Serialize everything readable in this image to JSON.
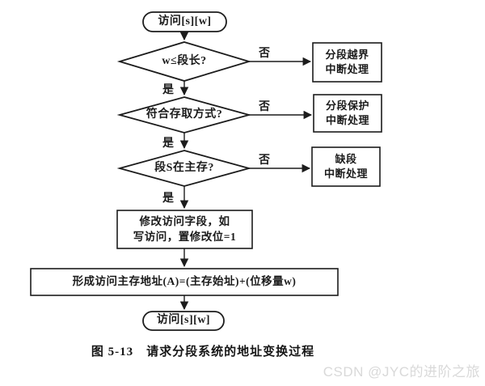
{
  "flowchart": {
    "start": {
      "label": "访问[s][w]"
    },
    "decisions": [
      {
        "label": "w≤段长?",
        "yes_label": "是",
        "no_label": "否",
        "no_target": {
          "line1": "分段越界",
          "line2": "中断处理"
        }
      },
      {
        "label": "符合存取方式?",
        "yes_label": "是",
        "no_label": "否",
        "no_target": {
          "line1": "分段保护",
          "line2": "中断处理"
        }
      },
      {
        "label": "段S在主存?",
        "yes_label": "是",
        "no_label": "否",
        "no_target": {
          "line1": "缺段",
          "line2": "中断处理"
        }
      }
    ],
    "process_modify": {
      "line1": "修改访问字段，如",
      "line2": "写访问，置修改位=1"
    },
    "process_address": {
      "label": "形成访问主存地址(A)=(主存始址)+(位移量w)"
    },
    "end": {
      "label": "访问[s][w]"
    },
    "caption": "图 5-13　请求分段系统的地址变换过程"
  },
  "watermark": {
    "text": "CSDN @JYC的进阶之旅",
    "color": "#d9d9d9"
  },
  "colors": {
    "line": "#1c1c1c",
    "background": "#ffffff"
  }
}
